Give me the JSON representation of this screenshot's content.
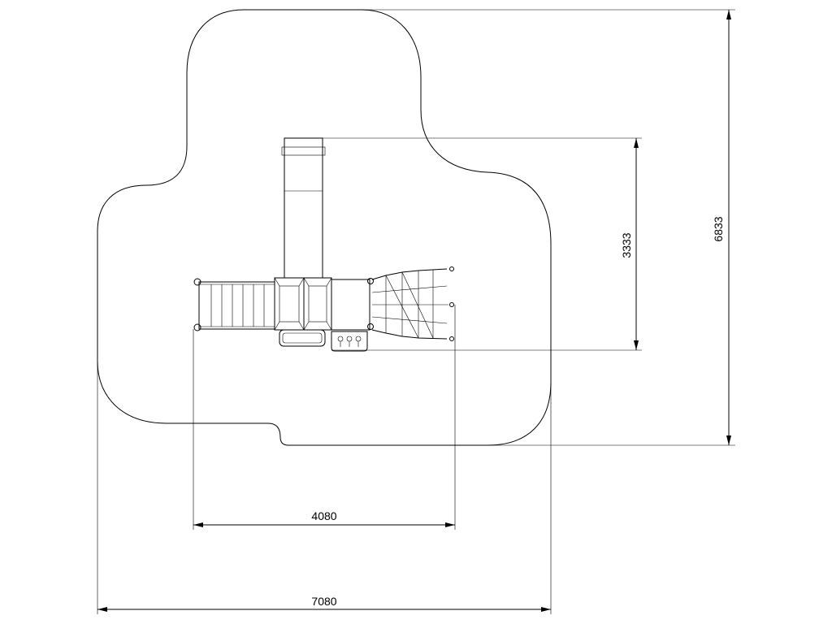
{
  "dimensions": {
    "total_height": "6833",
    "structure_height": "3333",
    "structure_width": "4080",
    "total_width": "7080"
  }
}
